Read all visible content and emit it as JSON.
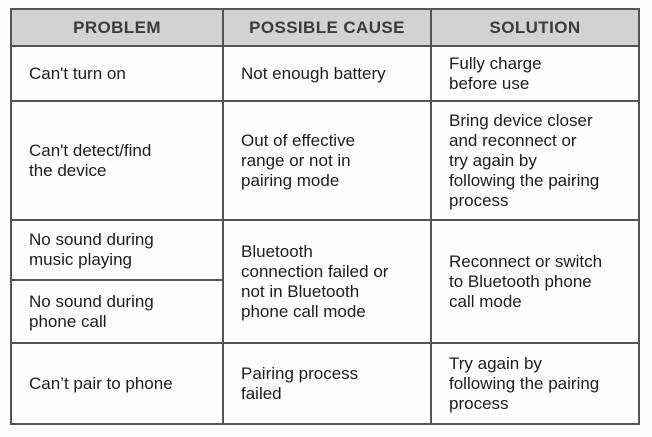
{
  "table": {
    "columns": [
      "PROBLEM",
      "POSSIBLE CAUSE",
      "SOLUTION"
    ],
    "body": [
      {
        "problem": "Can't turn on",
        "cause": "Not enough battery",
        "solution": "Fully charge\nbefore use"
      },
      {
        "problem": "Can't detect/find\nthe device",
        "cause": "Out of effective\nrange or not in\npairing mode",
        "solution": "Bring device closer\nand reconnect or\ntry again by\nfollowing the pairing\nprocess"
      },
      {
        "problem_music": "No sound during\nmusic playing",
        "problem_call": "No sound during\nphone call",
        "cause": "Bluetooth\nconnection failed or\nnot in Bluetooth\nphone call mode",
        "solution": "Reconnect or switch\nto Bluetooth phone\ncall mode"
      },
      {
        "problem": "Can’t pair to phone",
        "cause": "Pairing process\nfailed",
        "solution": "Try again by\nfollowing the pairing\nprocess"
      }
    ]
  },
  "colors": {
    "header_bg": "#d2d2d2",
    "border": "#545454",
    "header_text": "#3b3b3b",
    "body_text": "#1c1c1c",
    "page_bg": "#fdfdfd"
  }
}
